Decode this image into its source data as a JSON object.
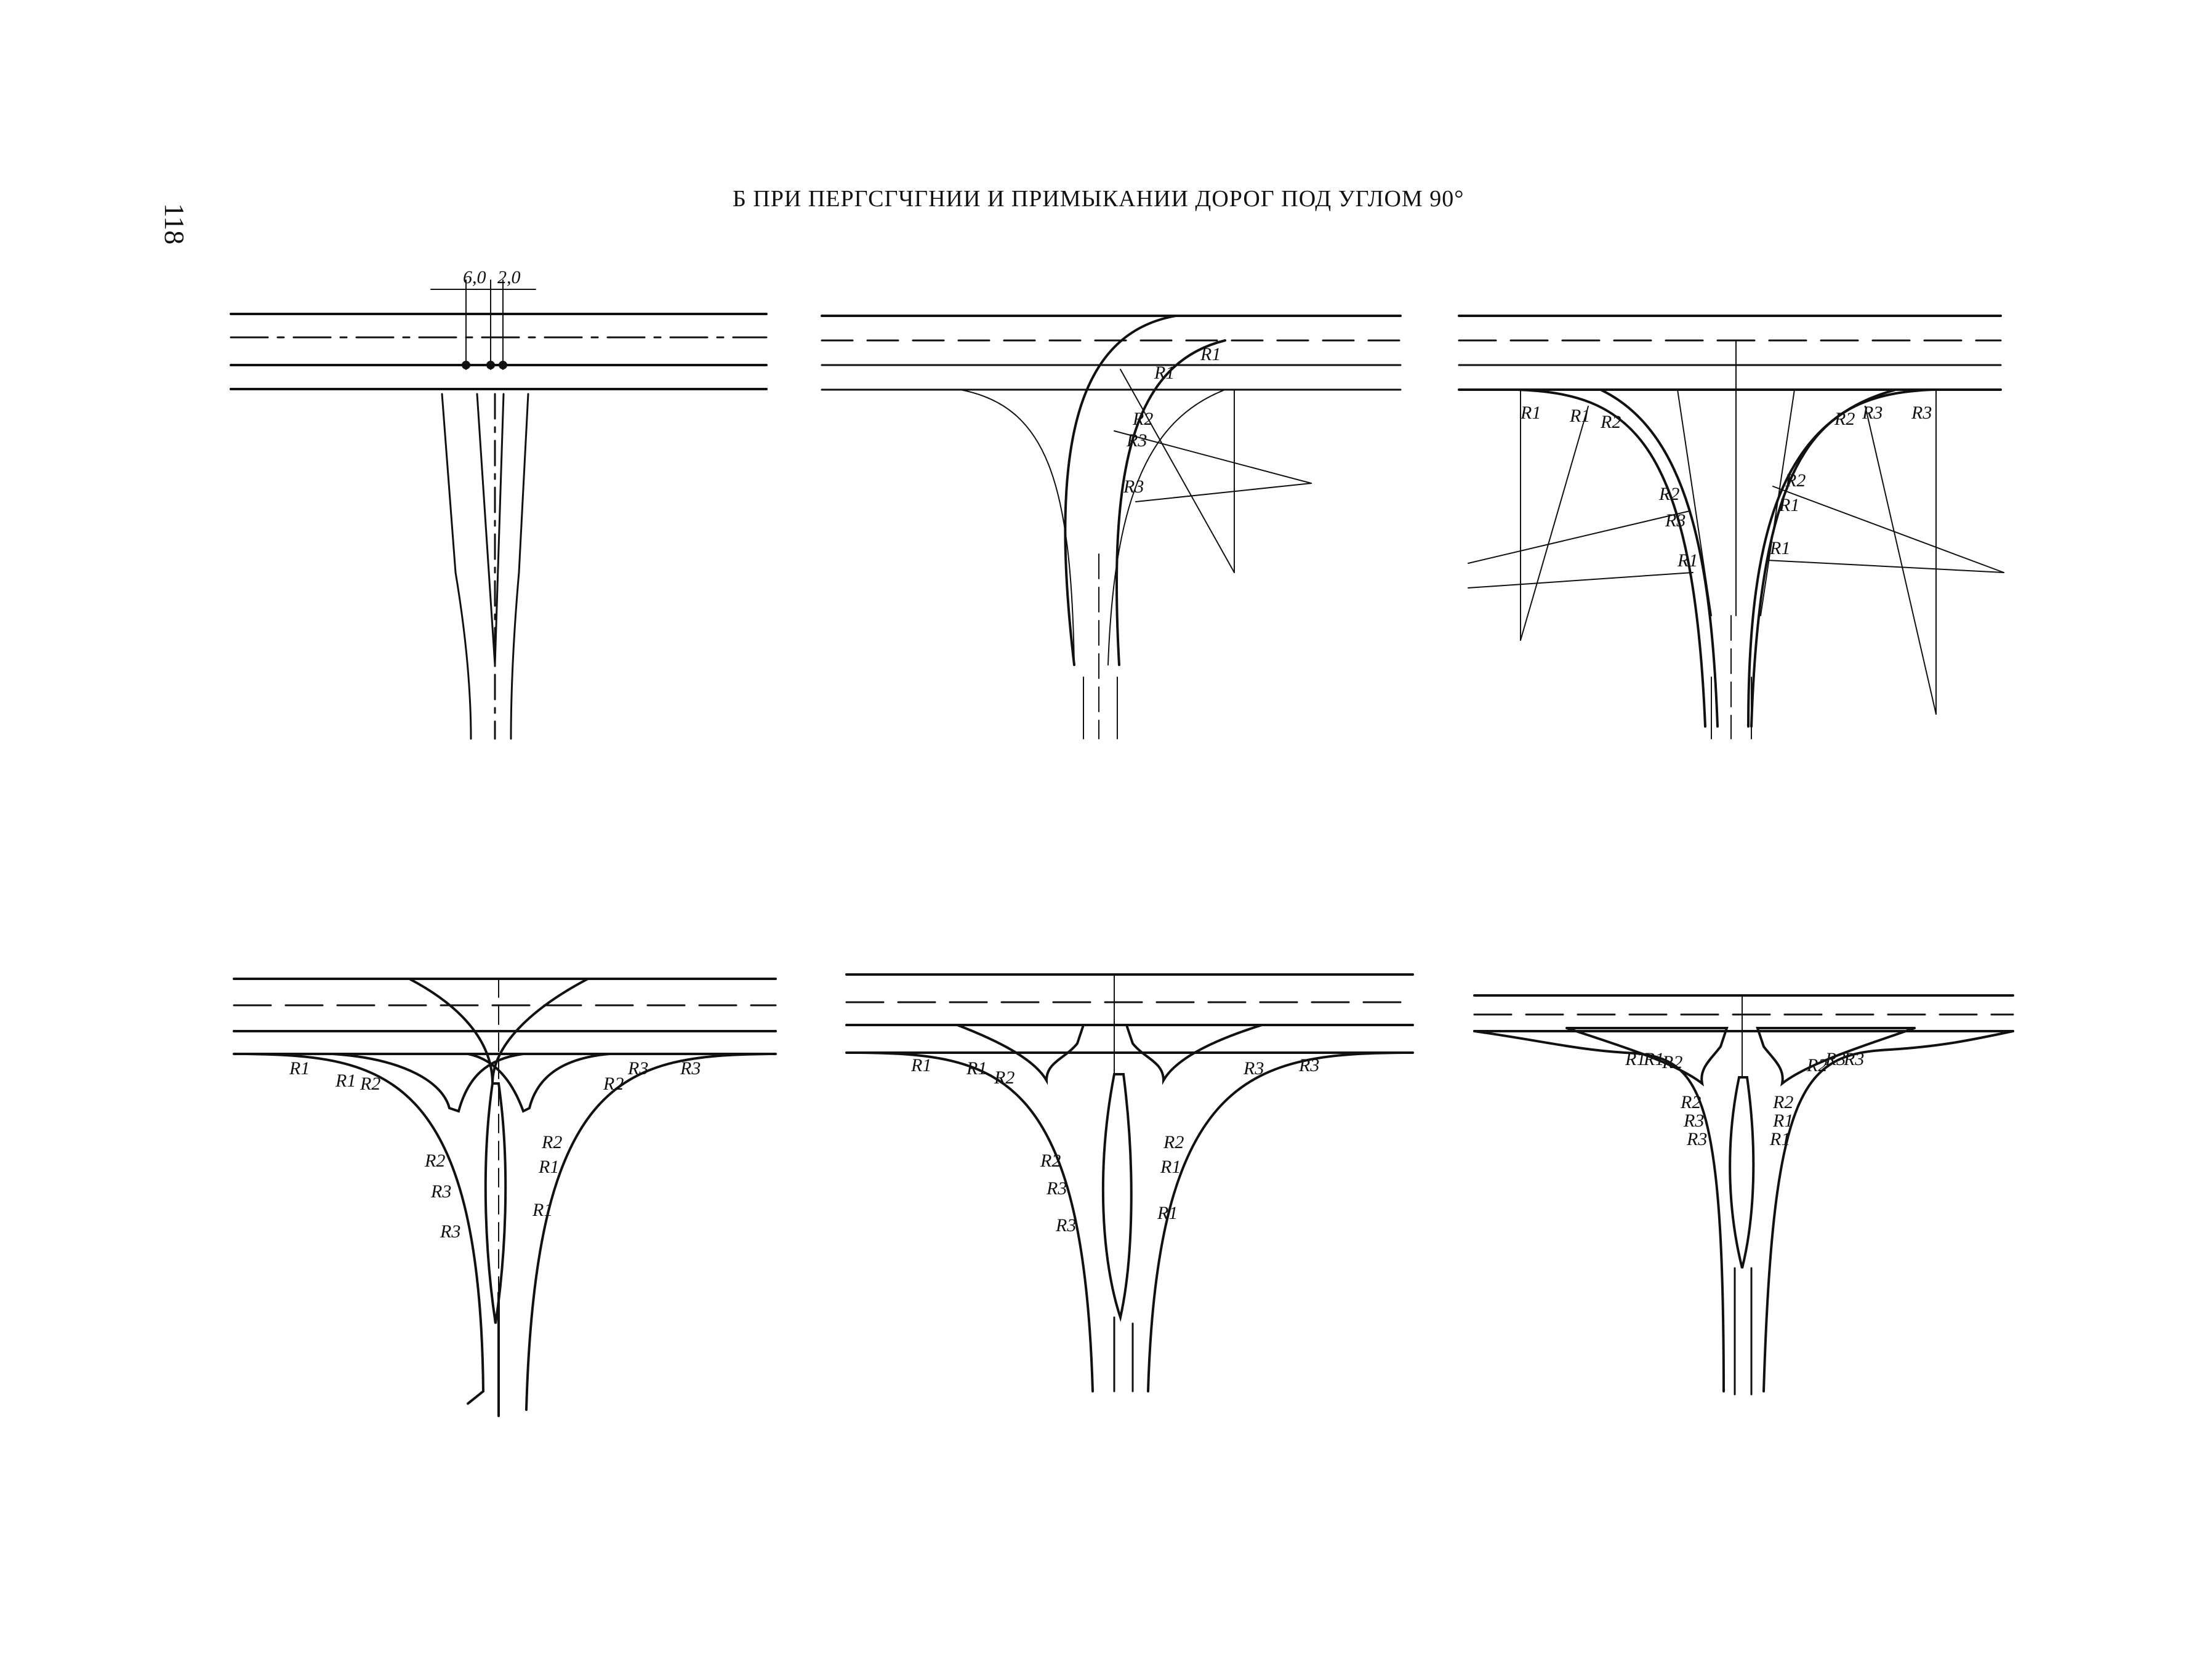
{
  "header": {
    "page_number": "118",
    "title": "Б ПРИ ПЕРГСГЧГНИИ И ПРИМЫКАНИИ   ДОРОГ ПОД УГЛОМ 90°"
  },
  "diagram_1": {
    "dimension_a": "6,0",
    "dimension_b": "2,0"
  },
  "radius_labels": {
    "r1": "R1",
    "r2": "R2",
    "r3": "R3"
  },
  "colors": {
    "ink": "#111111",
    "paper": "#ffffff"
  }
}
